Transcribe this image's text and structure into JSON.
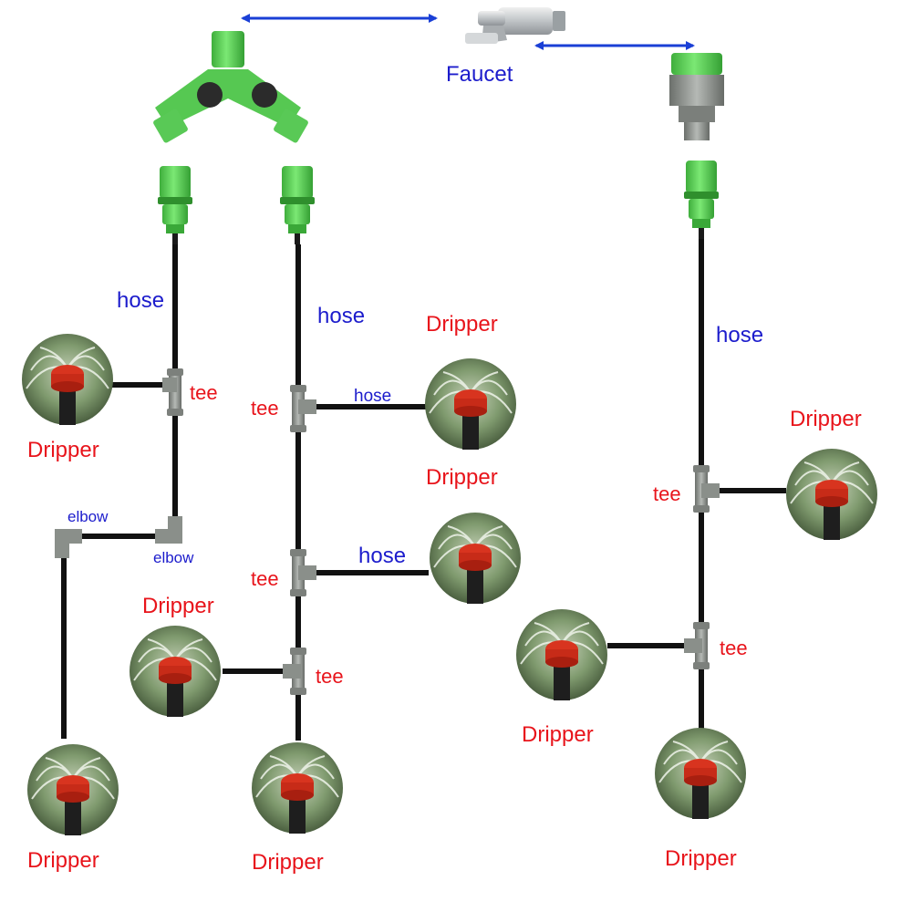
{
  "labels": {
    "faucet": "Faucet",
    "hose_left": "hose",
    "hose_center": "hose",
    "hose_right": "hose",
    "hose_branch_upper": "hose",
    "hose_branch_lower": "hose",
    "tee_left": "tee",
    "tee_center_upper": "tee",
    "tee_center_middle": "tee",
    "tee_center_lower": "tee",
    "tee_right_upper": "tee",
    "tee_right_lower": "tee",
    "elbow_upper": "elbow",
    "elbow_lower": "elbow",
    "dripper_left_top": "Dripper",
    "dripper_left_bottom": "Dripper",
    "dripper_center_upper": "Dripper",
    "dripper_center_middle": "Dripper",
    "dripper_center_left": "Dripper",
    "dripper_center_bottom": "Dripper",
    "dripper_right_top": "Dripper",
    "dripper_right_middle": "Dripper",
    "dripper_right_bottom": "Dripper"
  },
  "colors": {
    "label_red": "#e8141b",
    "label_blue": "#1c1ccc",
    "arrow_blue": "#1a3fd6",
    "hose_black": "#111111",
    "fitting_gray": "#8a8f8a",
    "connector_green": "#5ed35a",
    "dripper_red": "#e0301e"
  },
  "icons": [
    "faucet-icon",
    "y-splitter-icon",
    "tap-adapter-icon",
    "quick-connector-icon",
    "tee-fitting-icon",
    "elbow-fitting-icon",
    "dripper-photo-icon",
    "double-arrow-icon"
  ]
}
